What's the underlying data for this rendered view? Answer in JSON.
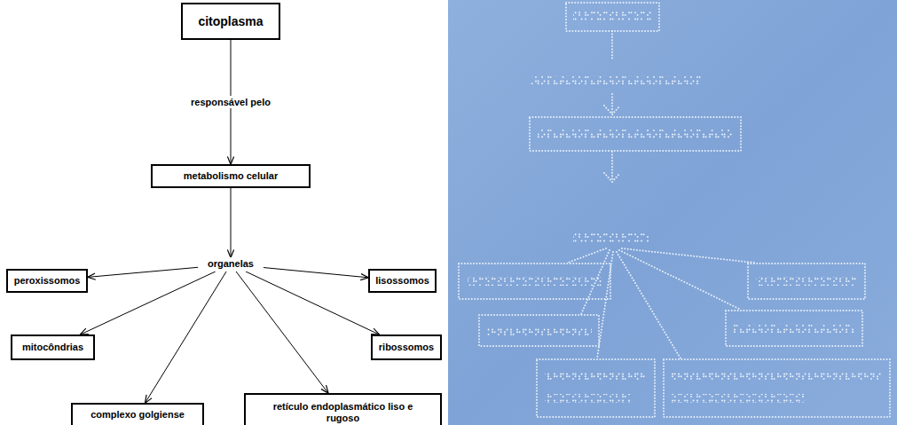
{
  "diagram": {
    "nodes": [
      {
        "text": [
          "citoplasma"
        ]
      },
      {
        "text": [
          "metabolismo celular"
        ]
      },
      {
        "text": [
          "organelas"
        ]
      },
      {
        "text": [
          "peroxissomos"
        ]
      },
      {
        "text": [
          "lisossomos"
        ]
      },
      {
        "text": [
          "mitocôndrias"
        ]
      },
      {
        "text": [
          "ribossomos"
        ]
      },
      {
        "text": [
          "complexo golgiense"
        ]
      },
      {
        "text": [
          "retículo endoplasmático liso e rugoso"
        ]
      }
    ],
    "edges": [
      {
        "from": 0,
        "to": 1,
        "arrow": "to",
        "label": "responsável pelo"
      },
      {
        "from": 1,
        "to": 2,
        "arrow": "to"
      },
      {
        "from": 2,
        "to": 3,
        "arrow": "to"
      },
      {
        "from": 2,
        "to": 4,
        "arrow": "to"
      },
      {
        "from": 2,
        "to": 5,
        "arrow": "to"
      },
      {
        "from": 2,
        "to": 6,
        "arrow": "to"
      },
      {
        "from": 2,
        "to": 7,
        "arrow": "to"
      },
      {
        "from": 2,
        "to": 8,
        "arrow": "to"
      }
    ]
  }
}
